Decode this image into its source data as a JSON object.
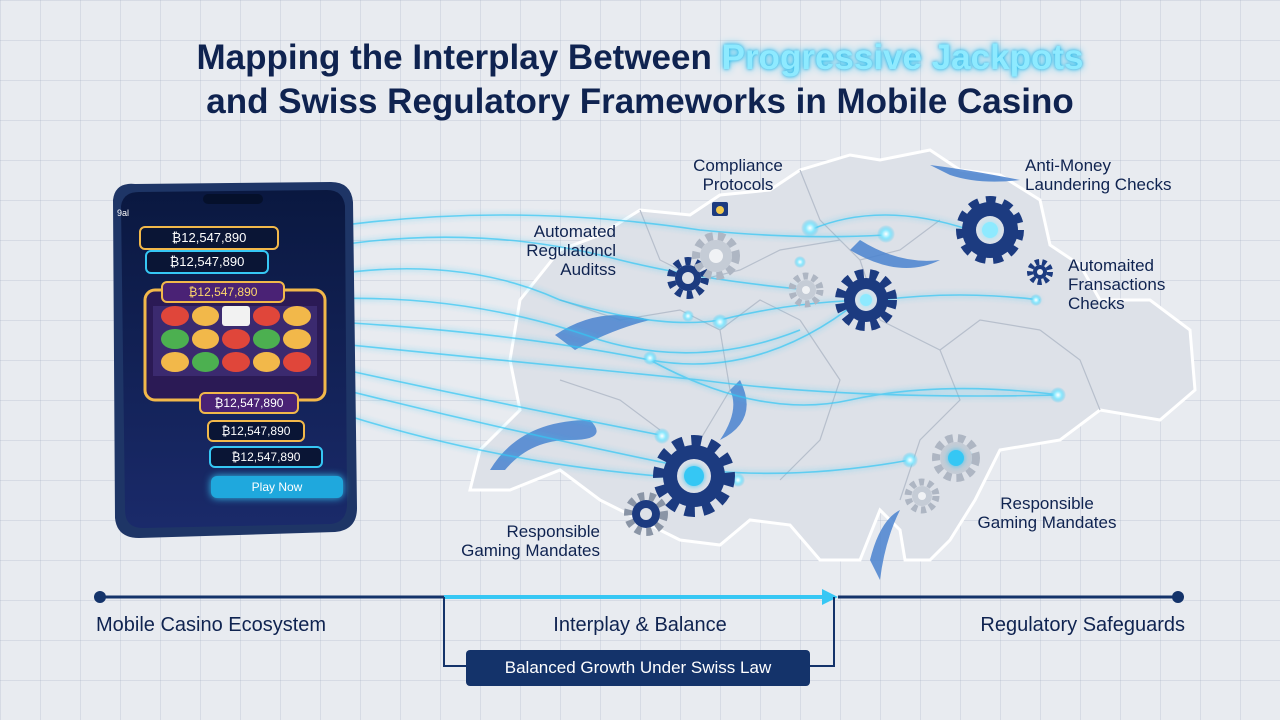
{
  "title": {
    "line1_prefix": "Mapping the Interplay Between ",
    "line1_highlight": "Progressive Jackpots",
    "line2": "and Swiss Regulatory Frameworks in Mobile Casino"
  },
  "phone": {
    "status": "9al",
    "jackpots": [
      "₿12,547,890",
      "₿12,547,890",
      "₿12,547,890",
      "₿12,547,890",
      "₿12,547,890",
      "₿12,547,890"
    ],
    "play_button": "Play Now"
  },
  "map_labels": {
    "compliance": [
      "Compliance",
      "Protocols"
    ],
    "automated_audits": [
      "Automated",
      "Regulatoncl",
      "Auditss"
    ],
    "aml": [
      "Anti-Money",
      "Laundering Checks"
    ],
    "transactions": [
      "Automaited",
      "Fransactions",
      "Checks"
    ],
    "responsible_left": [
      "Responsible",
      "Gaming Mandates"
    ],
    "responsible_right": [
      "Responsible",
      "Gaming Mandates"
    ]
  },
  "timeline": {
    "left": "Mobile Casino Ecosystem",
    "center": "Interplay & Balance",
    "right": "Regulatory Safeguards",
    "badge": "Balanced Growth Under Swiss Law"
  },
  "colors": {
    "navy": "#0f2350",
    "cyan": "#36c7f4",
    "glow": "#8eeaff",
    "map_fill": "#dde1e8"
  }
}
